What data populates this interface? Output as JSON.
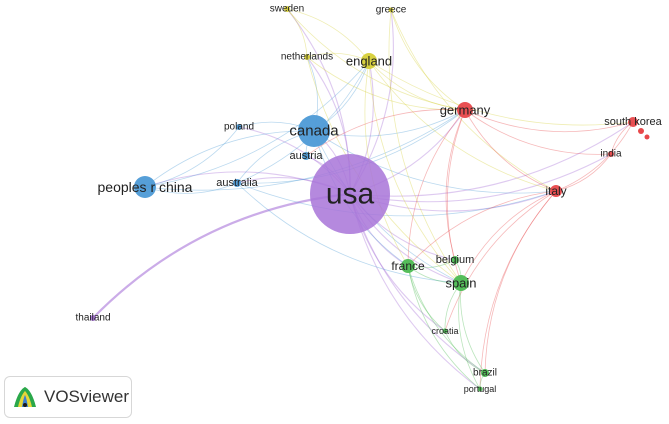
{
  "network": {
    "nodes": [
      {
        "id": "usa",
        "label": "usa",
        "cluster": 4
      },
      {
        "id": "canada",
        "label": "canada",
        "cluster": 2
      },
      {
        "id": "peoples_r_china",
        "label": "peoples r china",
        "cluster": 2
      },
      {
        "id": "australia",
        "label": "australia",
        "cluster": 2
      },
      {
        "id": "austria",
        "label": "austria",
        "cluster": 2
      },
      {
        "id": "poland",
        "label": "poland",
        "cluster": 2
      },
      {
        "id": "england",
        "label": "england",
        "cluster": 3
      },
      {
        "id": "netherlands",
        "label": "netherlands",
        "cluster": 3
      },
      {
        "id": "sweden",
        "label": "sweden",
        "cluster": 3
      },
      {
        "id": "greece",
        "label": "greece",
        "cluster": 3
      },
      {
        "id": "germany",
        "label": "germany",
        "cluster": 1
      },
      {
        "id": "italy",
        "label": "italy",
        "cluster": 1
      },
      {
        "id": "south_korea",
        "label": "south korea",
        "cluster": 1
      },
      {
        "id": "india",
        "label": "india",
        "cluster": 1
      },
      {
        "id": "france",
        "label": "france",
        "cluster": 5
      },
      {
        "id": "spain",
        "label": "spain",
        "cluster": 5
      },
      {
        "id": "belgium",
        "label": "belgium",
        "cluster": 5
      },
      {
        "id": "croatia",
        "label": "croatia",
        "cluster": 5
      },
      {
        "id": "brazil",
        "label": "brazil",
        "cluster": 5
      },
      {
        "id": "portugal",
        "label": "portugal",
        "cluster": 5
      },
      {
        "id": "thailand",
        "label": "thailand",
        "cluster": 4
      }
    ],
    "cluster_colors": {
      "1": "#e8474a",
      "2": "#4d9ad6",
      "3": "#d6cf36",
      "4": "#a874d8",
      "5": "#4cba52"
    },
    "links": [
      [
        "usa",
        "canada"
      ],
      [
        "usa",
        "peoples_r_china"
      ],
      [
        "usa",
        "australia"
      ],
      [
        "usa",
        "austria"
      ],
      [
        "usa",
        "poland"
      ],
      [
        "usa",
        "england"
      ],
      [
        "usa",
        "netherlands"
      ],
      [
        "usa",
        "sweden"
      ],
      [
        "usa",
        "greece"
      ],
      [
        "usa",
        "germany"
      ],
      [
        "usa",
        "italy"
      ],
      [
        "usa",
        "south_korea"
      ],
      [
        "usa",
        "india"
      ],
      [
        "usa",
        "france"
      ],
      [
        "usa",
        "spain"
      ],
      [
        "usa",
        "belgium"
      ],
      [
        "usa",
        "croatia"
      ],
      [
        "usa",
        "brazil"
      ],
      [
        "usa",
        "portugal"
      ],
      [
        "usa",
        "thailand"
      ],
      [
        "canada",
        "peoples_r_china"
      ],
      [
        "canada",
        "australia"
      ],
      [
        "canada",
        "austria"
      ],
      [
        "canada",
        "poland"
      ],
      [
        "canada",
        "england"
      ],
      [
        "canada",
        "netherlands"
      ],
      [
        "canada",
        "germany"
      ],
      [
        "canada",
        "italy"
      ],
      [
        "canada",
        "spain"
      ],
      [
        "canada",
        "france"
      ],
      [
        "peoples_r_china",
        "australia"
      ],
      [
        "peoples_r_china",
        "england"
      ],
      [
        "peoples_r_china",
        "germany"
      ],
      [
        "peoples_r_china",
        "poland"
      ],
      [
        "australia",
        "england"
      ],
      [
        "australia",
        "germany"
      ],
      [
        "australia",
        "spain"
      ],
      [
        "australia",
        "italy"
      ],
      [
        "england",
        "germany"
      ],
      [
        "england",
        "netherlands"
      ],
      [
        "england",
        "sweden"
      ],
      [
        "england",
        "italy"
      ],
      [
        "england",
        "spain"
      ],
      [
        "england",
        "france"
      ],
      [
        "england",
        "south_korea"
      ],
      [
        "netherlands",
        "sweden"
      ],
      [
        "netherlands",
        "germany"
      ],
      [
        "netherlands",
        "spain"
      ],
      [
        "sweden",
        "germany"
      ],
      [
        "greece",
        "italy"
      ],
      [
        "greece",
        "spain"
      ],
      [
        "greece",
        "germany"
      ],
      [
        "germany",
        "italy"
      ],
      [
        "germany",
        "south_korea"
      ],
      [
        "germany",
        "india"
      ],
      [
        "germany",
        "france"
      ],
      [
        "germany",
        "spain"
      ],
      [
        "germany",
        "belgium"
      ],
      [
        "germany",
        "austria"
      ],
      [
        "italy",
        "south_korea"
      ],
      [
        "italy",
        "india"
      ],
      [
        "italy",
        "spain"
      ],
      [
        "italy",
        "france"
      ],
      [
        "italy",
        "brazil"
      ],
      [
        "italy",
        "portugal"
      ],
      [
        "italy",
        "croatia"
      ],
      [
        "south_korea",
        "india"
      ],
      [
        "france",
        "spain"
      ],
      [
        "france",
        "belgium"
      ],
      [
        "france",
        "croatia"
      ],
      [
        "france",
        "brazil"
      ],
      [
        "france",
        "portugal"
      ],
      [
        "spain",
        "belgium"
      ],
      [
        "spain",
        "croatia"
      ],
      [
        "spain",
        "brazil"
      ],
      [
        "spain",
        "portugal"
      ],
      [
        "brazil",
        "portugal"
      ],
      [
        "croatia",
        "brazil"
      ]
    ]
  },
  "logo": {
    "text": "VOSviewer"
  }
}
